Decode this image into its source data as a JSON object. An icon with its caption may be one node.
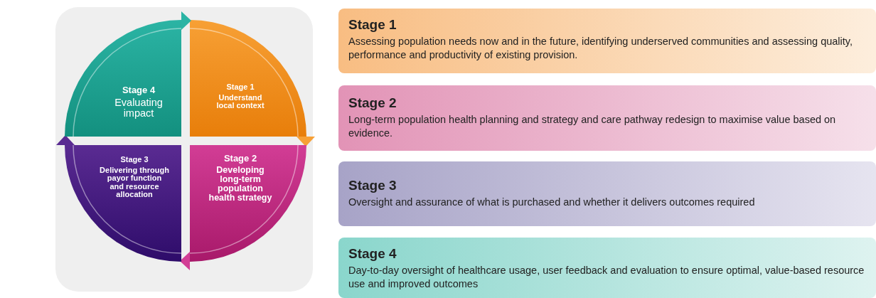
{
  "diagram": {
    "nodes": [
      {
        "text": [
          "Stage 1",
          "Understand local context"
        ]
      },
      {
        "text": [
          "Stage 2",
          "Developing long-term population health strategy"
        ]
      },
      {
        "text": [
          "Stage 3",
          "Delivering through payor function and resource allocation"
        ]
      },
      {
        "text": [
          "Stage 4",
          "Evaluating impact"
        ]
      },
      {
        "text": [
          "Stage 1",
          "Assessing population needs now and in the future, identifying underserved communities and assessing quality, performance and productivity of existing provision."
        ]
      },
      {
        "text": [
          "Stage 2",
          "Long-term population health planning and strategy and care pathway redesign to maximise value based on evidence."
        ]
      },
      {
        "text": [
          "Stage 3",
          "Oversight and assurance of what is purchased and whether it delivers outcomes required"
        ]
      },
      {
        "text": [
          "Stage 4",
          "Day-to-day oversight of healthcare usage, user feedback and evaluation to ensure optimal, value-based resource use and improved outcomes"
        ]
      }
    ]
  }
}
